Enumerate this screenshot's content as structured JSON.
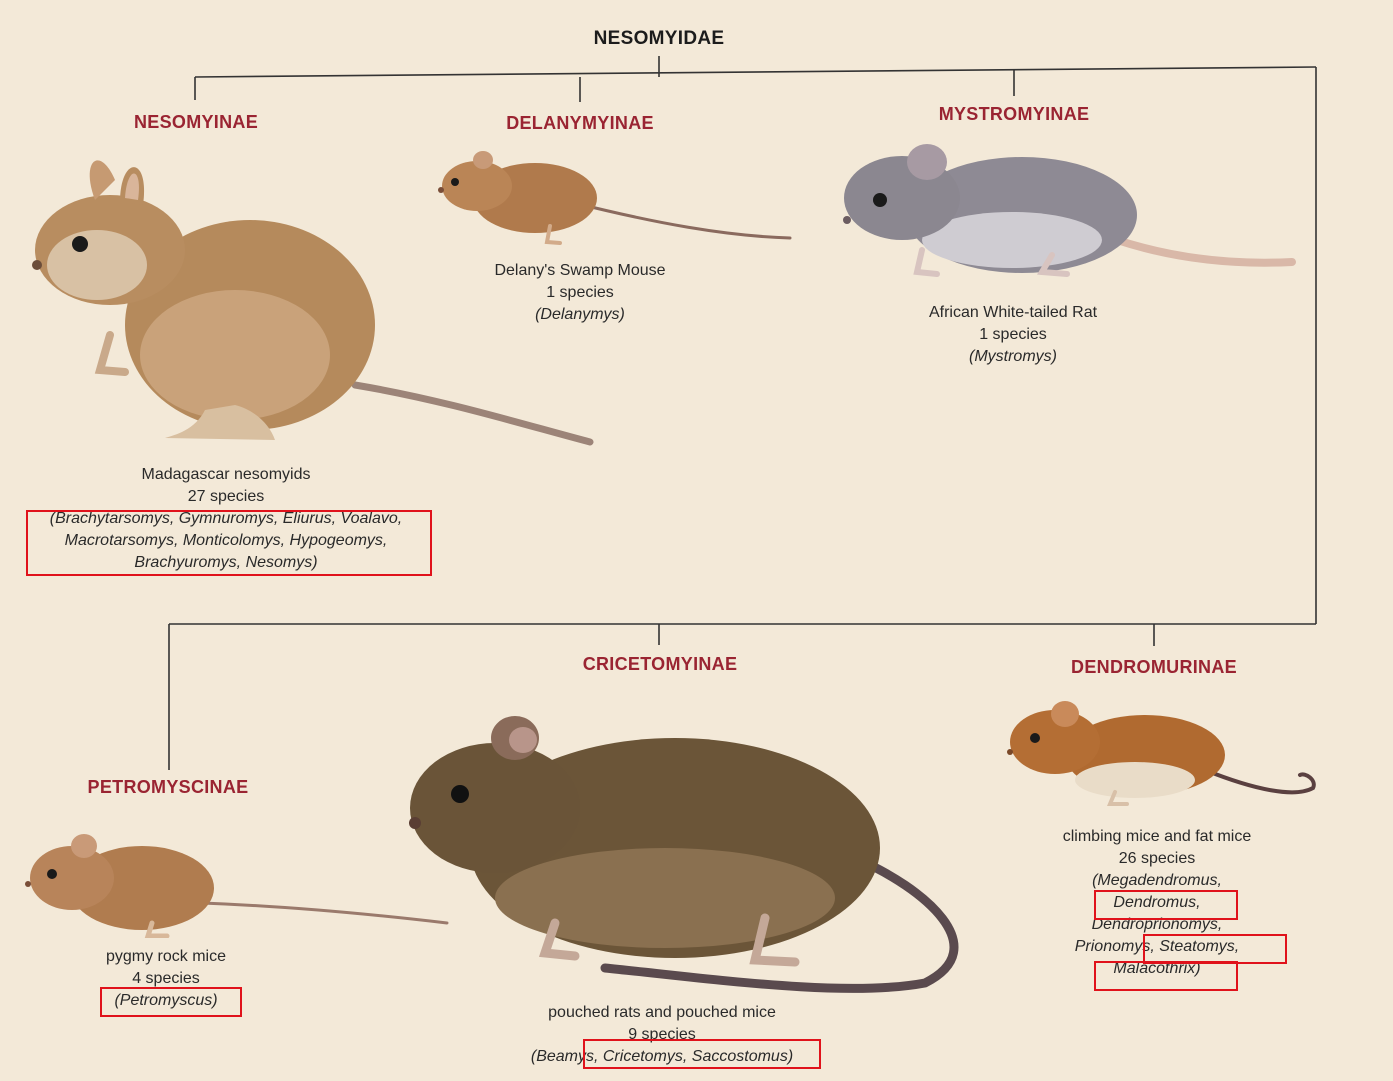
{
  "family": "NESOMYIDAE",
  "subfamilies": [
    {
      "key": "nesomyinae",
      "name": "NESOMYINAE",
      "common_name": "Madagascar nesomyids",
      "species": "27 species",
      "genera_lines": [
        "(Brachytarsomys, Gymnuromys, Eliurus, Voalavo,",
        "Macrotarsomys, Monticolomys, Hypogeomys,",
        "Brachyuromys, Nesomys)"
      ]
    },
    {
      "key": "delanymyinae",
      "name": "DELANYMYINAE",
      "common_name": "Delany's Swamp Mouse",
      "species": "1 species",
      "genera_lines": [
        "(Delanymys)"
      ]
    },
    {
      "key": "mystromyinae",
      "name": "MYSTROMYINAE",
      "common_name": "African White-tailed Rat",
      "species": "1 species",
      "genera_lines": [
        "(Mystromys)"
      ]
    },
    {
      "key": "petromyscinae",
      "name": "PETROMYSCINAE",
      "common_name": "pygmy rock mice",
      "species": "4 species",
      "genera_lines": [
        "(Petromyscus)"
      ]
    },
    {
      "key": "cricetomyinae",
      "name": "CRICETOMYINAE",
      "common_name": "pouched rats and pouched mice",
      "species": "9 species",
      "genera_lines": [
        "(Beamys, Cricetomys, Saccostomus)"
      ]
    },
    {
      "key": "dendromurinae",
      "name": "DENDROMURINAE",
      "common_name": "climbing mice and fat mice",
      "species": "26 species",
      "genera_lines": [
        "(Megadendromus,",
        "Dendromus,",
        "Dendroprionomys,",
        "Prionomys, Steatomys,",
        "Malacothrix)"
      ]
    }
  ],
  "colors": {
    "background": "#f3e9d8",
    "subfamily_label": "#9a2432",
    "highlight_box": "#e0121b",
    "tree_lines": "#333333"
  }
}
